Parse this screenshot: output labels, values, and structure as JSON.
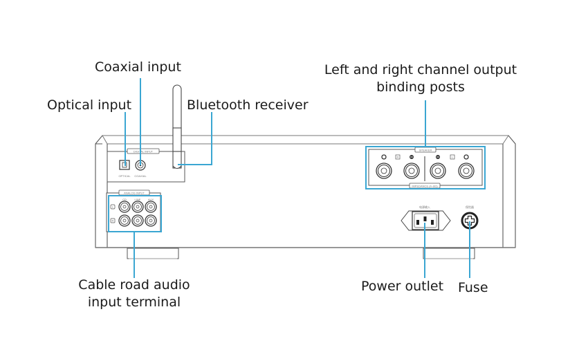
{
  "diagram": {
    "title": "Amplifier rear panel",
    "callout_color": "#3aa6d2",
    "callouts": {
      "coaxial": "Coaxial input",
      "optical": "Optical input",
      "bluetooth": "Bluetooth receiver",
      "speaker_line1": "Left and right channel output",
      "speaker_line2": "binding posts",
      "analog_line1": "Cable road audio",
      "analog_line2": "input terminal",
      "power": "Power outlet",
      "fuse": "Fuse"
    },
    "panel_labels": {
      "digital_input": "DIGITAL INPUT",
      "optical": "OPTICAL",
      "coaxial": "COAXIAL",
      "analog_input": "ANALOG INPUT",
      "cd": "CD",
      "line": "LINE",
      "aux": "AUX",
      "left": "L",
      "right": "R",
      "speaker": "SPEAKER",
      "impedance": "IMPEDANCE (4~8Ω)",
      "power_input_cn": "电源输入",
      "fuse_cn": "保险器"
    }
  }
}
